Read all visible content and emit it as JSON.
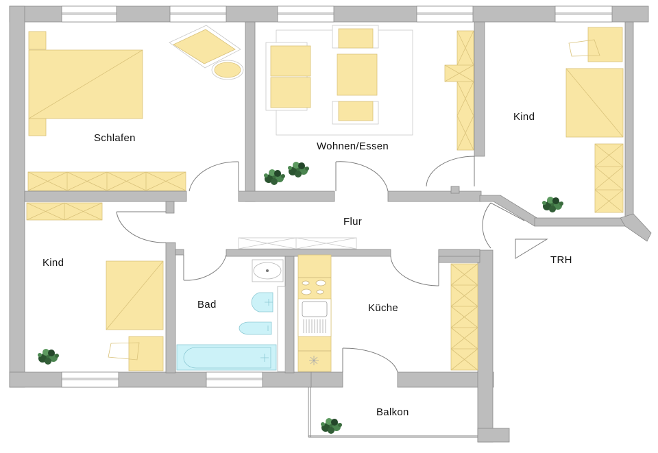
{
  "floorplan": {
    "colors": {
      "wall": "#bdbdbd",
      "wall_edge": "#8a8a8a",
      "furniture": "#f9e6a4",
      "furniture_edge": "#d9c27a",
      "sanitary": "#ccf2f8",
      "sanitary_edge": "#8cc9d4",
      "plant": "#2f5d34",
      "line": "#7d7d7d"
    },
    "rooms": [
      {
        "id": "schlafen",
        "label": "Schlafen"
      },
      {
        "id": "wohnen-essen",
        "label": "Wohnen/Essen"
      },
      {
        "id": "kind-right",
        "label": "Kind"
      },
      {
        "id": "flur",
        "label": "Flur"
      },
      {
        "id": "kind-left",
        "label": "Kind"
      },
      {
        "id": "bad",
        "label": "Bad"
      },
      {
        "id": "kueche",
        "label": "Küche"
      },
      {
        "id": "trh",
        "label": "TRH"
      },
      {
        "id": "balkon",
        "label": "Balkon"
      }
    ]
  }
}
